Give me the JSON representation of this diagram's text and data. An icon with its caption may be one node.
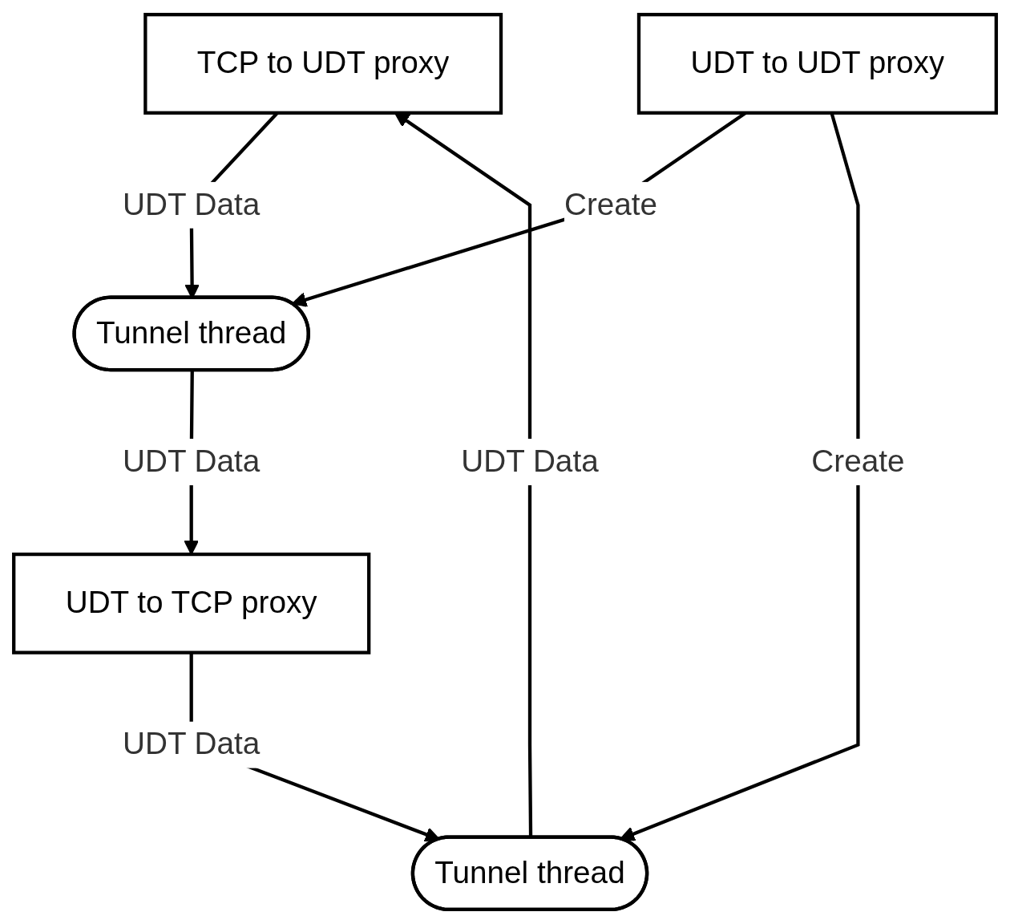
{
  "diagram": {
    "nodes": [
      {
        "text": [
          "TCP to UDT proxy"
        ]
      },
      {
        "text": [
          "Tunnel thread"
        ]
      },
      {
        "text": [
          "Tunnel thread"
        ]
      },
      {
        "text": [
          "UDT to TCP proxy"
        ]
      },
      {
        "text": [
          "UDT to UDT proxy"
        ]
      }
    ],
    "edges": [
      {
        "from": 0,
        "to": 1,
        "arrow": "to",
        "label": "UDT Data"
      },
      {
        "from": 1,
        "to": 3,
        "arrow": "to",
        "label": "UDT Data"
      },
      {
        "from": 3,
        "to": 2,
        "arrow": "to",
        "label": "UDT Data"
      },
      {
        "from": 2,
        "to": 0,
        "arrow": "to",
        "label": "UDT Data"
      },
      {
        "from": 4,
        "to": 1,
        "arrow": "to",
        "label": "Create"
      },
      {
        "from": 4,
        "to": 2,
        "arrow": "to",
        "label": "Create"
      }
    ]
  }
}
